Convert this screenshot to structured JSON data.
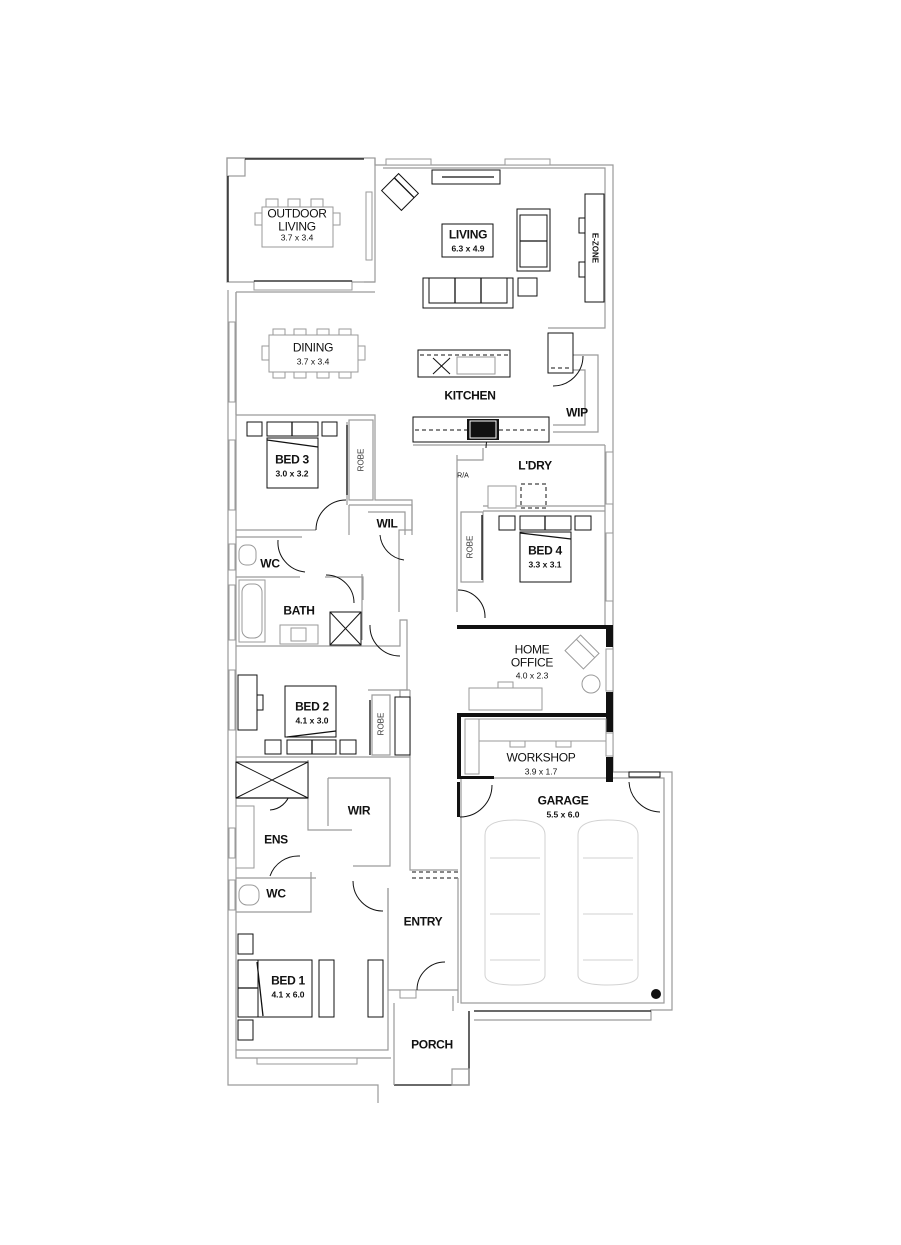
{
  "plan": {
    "rooms": [
      {
        "id": "outdoor-living",
        "name": "OUTDOOR\nLIVING",
        "dims": "3.7 x 3.4"
      },
      {
        "id": "living",
        "name": "LIVING",
        "dims": "6.3 x 4.9"
      },
      {
        "id": "e-zone",
        "name": "E-ZONE"
      },
      {
        "id": "dining",
        "name": "DINING",
        "dims": "3.7 x 3.4"
      },
      {
        "id": "kitchen",
        "name": "KITCHEN"
      },
      {
        "id": "wip",
        "name": "WIP"
      },
      {
        "id": "bed-3",
        "name": "BED 3",
        "dims": "3.0 x 3.2"
      },
      {
        "id": "robe-bed3",
        "name": "ROBE"
      },
      {
        "id": "laundry",
        "name": "L'DRY"
      },
      {
        "id": "ra",
        "name": "R/A"
      },
      {
        "id": "wil",
        "name": "WIL"
      },
      {
        "id": "bed-4",
        "name": "BED 4",
        "dims": "3.3 x 3.1"
      },
      {
        "id": "robe-bed4",
        "name": "ROBE"
      },
      {
        "id": "wc-1",
        "name": "WC"
      },
      {
        "id": "bath",
        "name": "BATH"
      },
      {
        "id": "home-office",
        "name": "HOME\nOFFICE",
        "dims": "4.0 x 2.3"
      },
      {
        "id": "bed-2",
        "name": "BED 2",
        "dims": "4.1 x 3.0"
      },
      {
        "id": "robe-bed2",
        "name": "ROBE"
      },
      {
        "id": "workshop",
        "name": "WORKSHOP",
        "dims": "3.9 x 1.7"
      },
      {
        "id": "garage",
        "name": "GARAGE",
        "dims": "5.5 x 6.0"
      },
      {
        "id": "wir",
        "name": "WIR"
      },
      {
        "id": "ens",
        "name": "ENS"
      },
      {
        "id": "wc-2",
        "name": "WC"
      },
      {
        "id": "entry",
        "name": "ENTRY"
      },
      {
        "id": "bed-1",
        "name": "BED 1",
        "dims": "4.1 x 6.0"
      },
      {
        "id": "porch",
        "name": "PORCH"
      }
    ],
    "colors": {
      "wall_light": "#9a9a9a",
      "wall_dark": "#111111",
      "car_outline": "#d2d2d2",
      "background": "#ffffff"
    }
  }
}
